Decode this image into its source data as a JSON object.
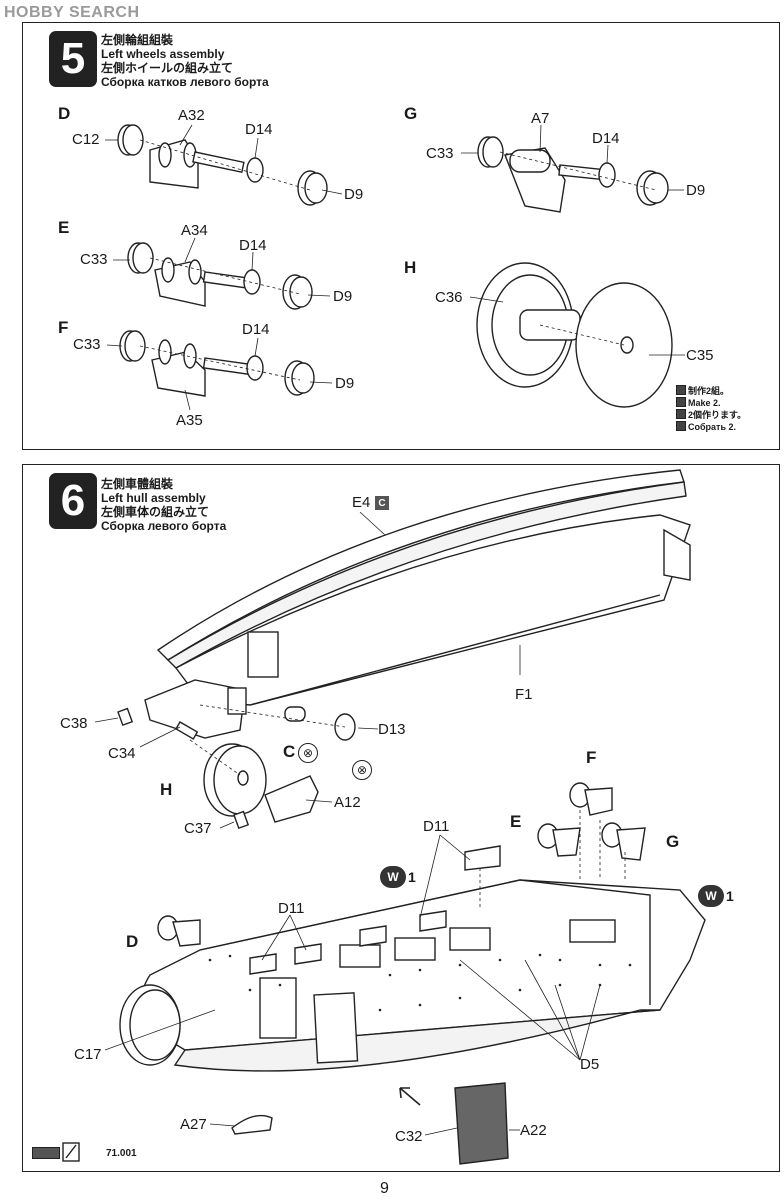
{
  "watermark": "HOBBY SEARCH",
  "page_number": "9",
  "product_code": "71.001",
  "step5": {
    "number": "5",
    "title_zh": "左側輪組組裝",
    "title_en": "Left wheels assembly",
    "title_ja": "左側ホイールの組み立て",
    "title_ru": "Сборка катков левого борта",
    "sub_D": "D",
    "sub_E": "E",
    "sub_F": "F",
    "sub_G": "G",
    "sub_H": "H",
    "parts": {
      "C12": "C12",
      "A32": "A32",
      "D14a": "D14",
      "D9a": "D9",
      "C33e": "C33",
      "A34": "A34",
      "D14b": "D14",
      "D9b": "D9",
      "C33f": "C33",
      "D14c": "D14",
      "D9c": "D9",
      "A35": "A35",
      "C33g": "C33",
      "A7": "A7",
      "D14d": "D14",
      "D9d": "D9",
      "C36": "C36",
      "C35": "C35"
    },
    "make_note": [
      "制作2組。",
      "Make 2.",
      "2個作ります。",
      "Собрать 2."
    ]
  },
  "step6": {
    "number": "6",
    "title_zh": "左側車體組裝",
    "title_en": "Left hull assembly",
    "title_ja": "左側車体の組み立て",
    "title_ru": "Сборка левого борта",
    "parts": {
      "E4": "E4",
      "E4_color": "C",
      "F1": "F1",
      "C38": "C38",
      "D13": "D13",
      "C34": "C34",
      "C": "C",
      "H": "H",
      "A12": "A12",
      "C37": "C37",
      "D11a": "D11",
      "D11b": "D11",
      "E": "E",
      "F": "F",
      "G": "G",
      "D": "D",
      "C17": "C17",
      "D5": "D5",
      "A27": "A27",
      "C32": "C32",
      "A22": "A22"
    },
    "w_badge": "W",
    "w_num": "1"
  },
  "colors": {
    "ink": "#222222",
    "paint": "#555555",
    "bg": "#ffffff"
  },
  "icons": [
    "glue-icon",
    "do-not-glue-icon",
    "paint-swatch-icon",
    "brush-icon",
    "direction-arrow-icon"
  ]
}
